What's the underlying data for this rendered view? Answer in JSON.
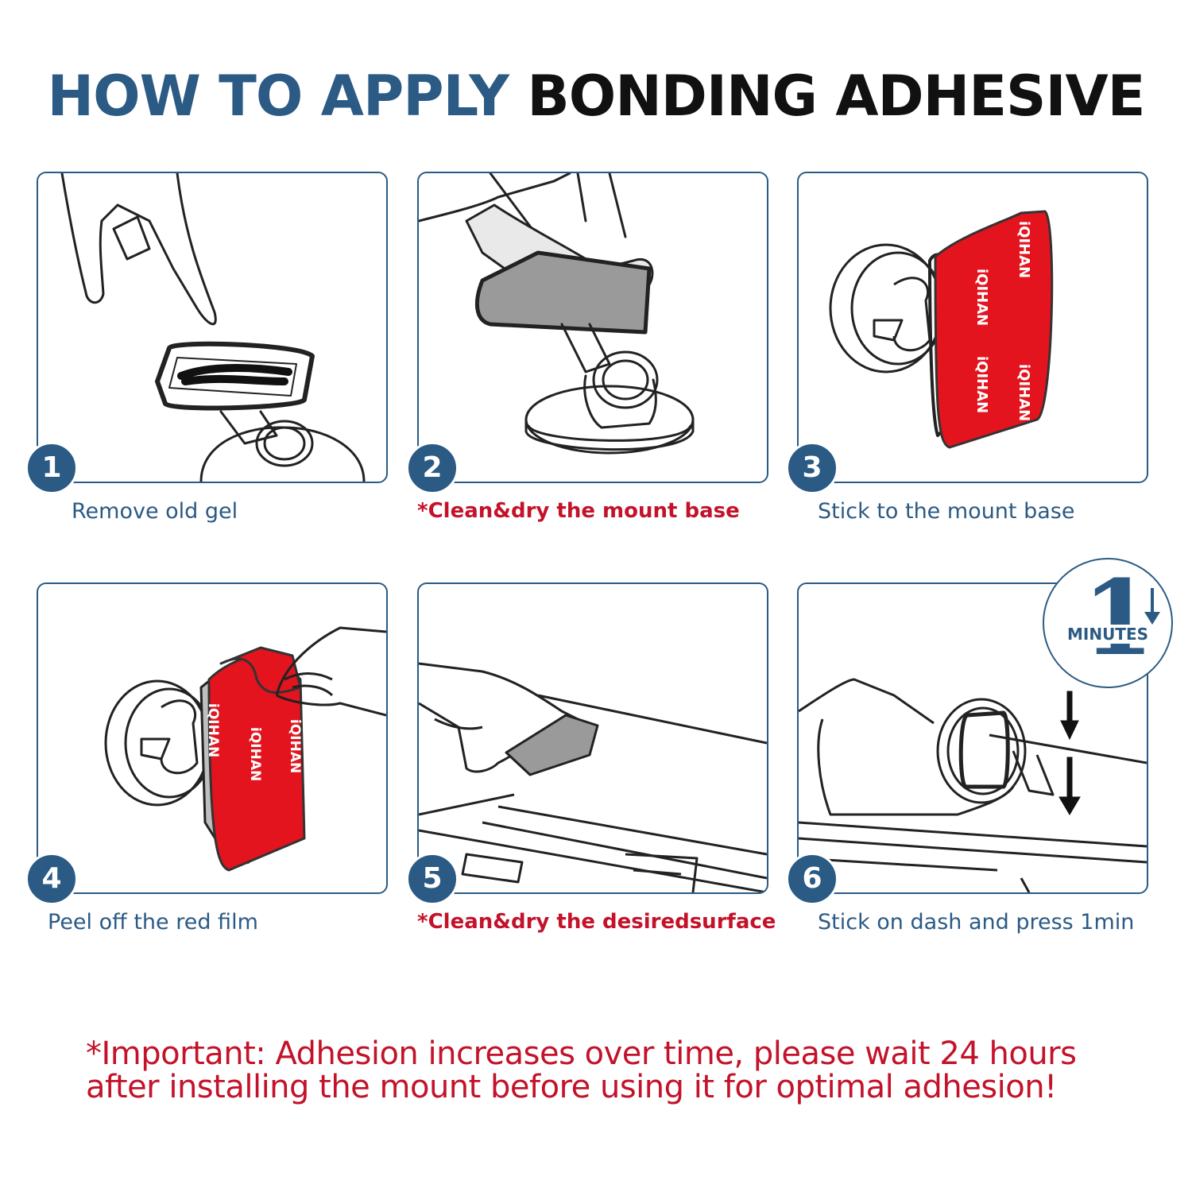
{
  "title": {
    "part1": "HOW TO APPLY",
    "part2": "BONDING ADHESIVE"
  },
  "colors": {
    "blue": "#2b5a84",
    "red": "#c3122a",
    "tape_red": "#e3141e"
  },
  "steps": [
    {
      "number": "1",
      "caption": "Remove old gel",
      "style": "normal"
    },
    {
      "number": "2",
      "caption": "*Clean&dry the mount base",
      "style": "warning"
    },
    {
      "number": "3",
      "caption": "Stick to the mount base",
      "style": "normal"
    },
    {
      "number": "4",
      "caption": "Peel off the red film",
      "style": "normal"
    },
    {
      "number": "5",
      "caption": "*Clean&dry the desiredsurface",
      "style": "warning"
    },
    {
      "number": "6",
      "caption": "Stick on dash and press 1min",
      "style": "normal"
    }
  ],
  "brand_on_tape": "iQIHAN",
  "timer_badge": {
    "value": "1",
    "label": "MINUTES"
  },
  "important": {
    "line1": "*Important: Adhesion increases over time, please wait 24 hours",
    "line2": "after installing the mount before using it for optimal adhesion!"
  }
}
